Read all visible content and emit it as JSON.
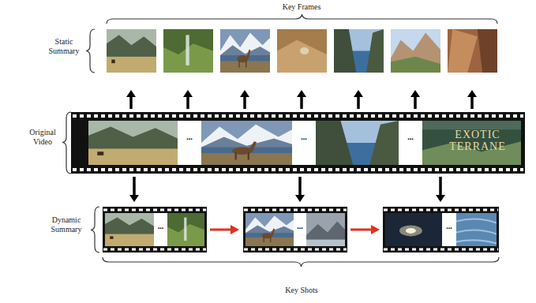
{
  "diagram": {
    "nodes": [
      {
        "text": [
          "Static Summary"
        ]
      },
      {
        "text": [
          "Original Video"
        ]
      },
      {
        "text": [
          "Dynamic Summary"
        ]
      }
    ],
    "edges": [
      {
        "from": 1,
        "to": 0,
        "arrow": "to"
      },
      {
        "from": 1,
        "to": 0,
        "arrow": "to"
      },
      {
        "from": 1,
        "to": 0,
        "arrow": "to"
      },
      {
        "from": 1,
        "to": 0,
        "arrow": "to"
      },
      {
        "from": 1,
        "to": 0,
        "arrow": "to"
      },
      {
        "from": 1,
        "to": 0,
        "arrow": "to"
      },
      {
        "from": 1,
        "to": 0,
        "arrow": "to"
      },
      {
        "from": 1,
        "to": 2,
        "arrow": "to"
      },
      {
        "from": 1,
        "to": 2,
        "arrow": "to"
      },
      {
        "from": 1,
        "to": 2,
        "arrow": "to"
      }
    ],
    "labels": [
      "Key Frames",
      "...",
      "...",
      "...",
      "EXOTIC TERRANE",
      "...",
      "...",
      "...",
      "Key Shots"
    ]
  }
}
